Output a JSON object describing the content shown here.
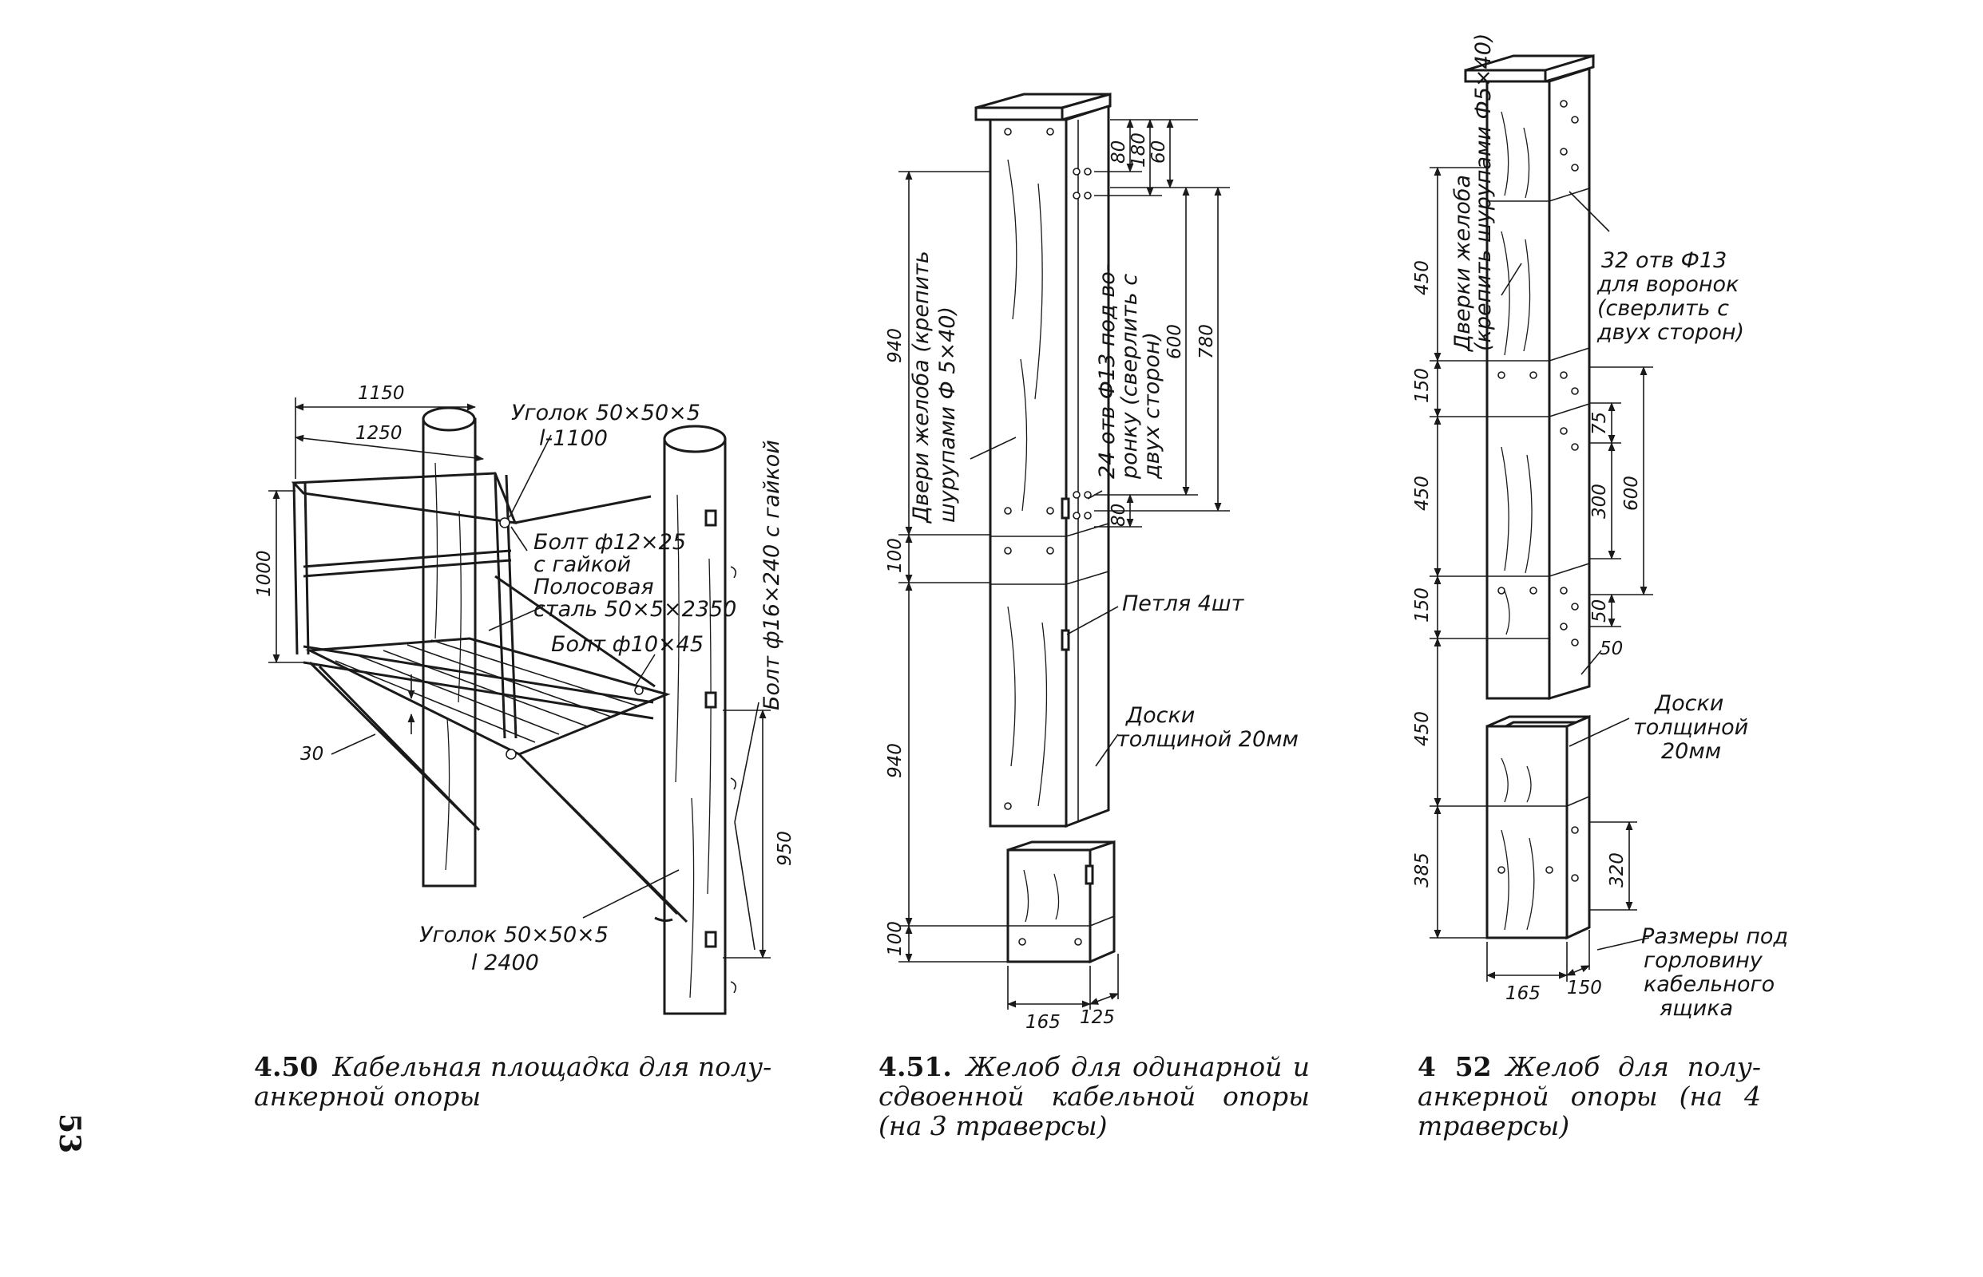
{
  "page_number": "53",
  "figures": [
    {
      "id": "fig-4-50",
      "caption_number": "4.50",
      "caption_text": "Кабельная площадка для полу-анкерной опоры",
      "labels": {
        "angle_top_1": "Уголок 50×50×5",
        "angle_top_2": "l-1100",
        "bolt_12_1": "Болт ф12×25",
        "bolt_12_2": "с гайкой",
        "strip_1": "Полосовая",
        "strip_2": "сталь 50×5×2350",
        "bolt_10": "Болт ф10×45",
        "bolt_16": "Болт ф16×240 с гайкой",
        "angle_bottom_1": "Уголок 50×50×5",
        "angle_bottom_2": "l 2400"
      },
      "dimensions": {
        "d1150": "1150",
        "d1250": "1250",
        "d1000": "1000",
        "d30": "30",
        "d950": "950"
      }
    },
    {
      "id": "fig-4-51",
      "caption_number": "4.51.",
      "caption_text": "Желоб для одинарной и сдвоенной кабельной опоры (на 3 траверсы)",
      "labels": {
        "doors_1": "Двери желоба (крепить",
        "doors_2": "шурупами Ф 5×40)",
        "holes_1": "24 отв Ф13 под во-",
        "holes_2": "ронку (сверлить с",
        "holes_3": "двух сторон)",
        "hinges": "Петля 4шт",
        "boards_1": "Доски",
        "boards_2": "толщиной 20мм"
      },
      "dimensions": {
        "d940a": "940",
        "d100a": "100",
        "d940b": "940",
        "d100b": "100",
        "d80a": "80",
        "d180": "180",
        "d60": "60",
        "d600": "600",
        "d780": "780",
        "d80b": "80",
        "d165": "165",
        "d125": "125"
      }
    },
    {
      "id": "fig-4-52",
      "caption_number": "4 52",
      "caption_text": "Желоб для полу-анкерной опоры (на 4 траверсы)",
      "labels": {
        "doors_1": "Дверки желоба",
        "doors_2": "(крепить шурупами Ф5×40)",
        "holes_1": "32 отв Ф13",
        "holes_2": "для воронок",
        "holes_3": "(сверлить с",
        "holes_4": "двух сторон)",
        "boards_1": "Доски",
        "boards_2": "толщиной",
        "boards_3": "20мм",
        "neck_1": "Размеры под",
        "neck_2": "горловину",
        "neck_3": "кабельного",
        "neck_4": "ящика"
      },
      "dimensions": {
        "d450a": "450",
        "d150a": "150",
        "d450b": "450",
        "d150b": "150",
        "d450c": "450",
        "d385": "385",
        "d75": "75",
        "d300": "300",
        "d600": "600",
        "d50a": "50",
        "d50b": "50",
        "d320": "320",
        "d165": "165",
        "d150c": "150"
      }
    }
  ]
}
